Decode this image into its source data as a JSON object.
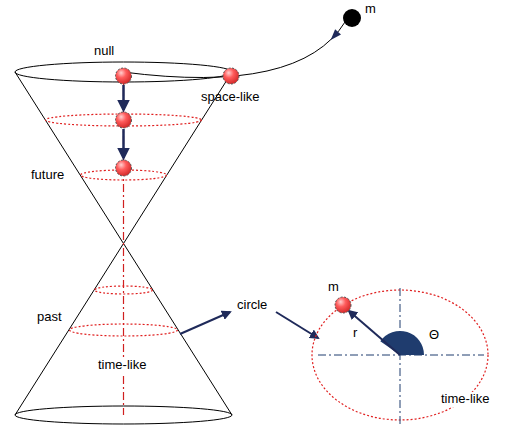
{
  "diagram": {
    "labels": [
      "m",
      "null",
      "space-like",
      "future",
      "past",
      "time-like",
      "circle",
      "m",
      "r",
      "Θ",
      "time-like"
    ]
  }
}
